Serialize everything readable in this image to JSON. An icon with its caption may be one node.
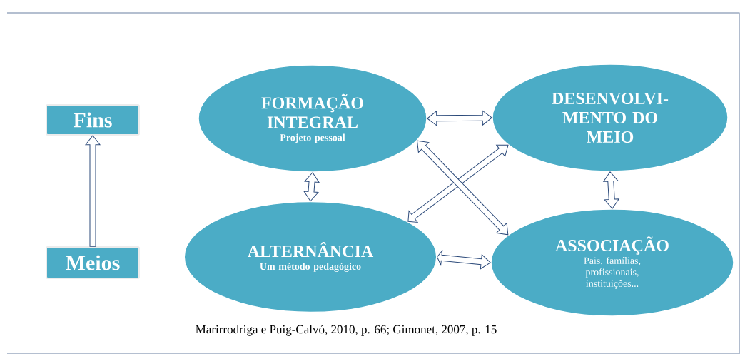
{
  "diagram": {
    "caption": "Marirrodriga e Puig-Calvó, 2010, p. 66; Gimonet, 2007, p. 15",
    "nodes": [
      {
        "text": [
          "Fins"
        ]
      },
      {
        "text": [
          "FORMAÇÃO INTEGRAL",
          "Projeto pessoal"
        ]
      },
      {
        "text": [
          "DESENVOLVI- MENTO DO MEIO"
        ]
      },
      {
        "text": [
          "Meios"
        ]
      },
      {
        "text": [
          "ALTERNÂNCIA",
          "Um método pedagógico"
        ]
      },
      {
        "text": [
          "ASSOCIAÇÃO",
          "Pais, famílias, profissionais, instituições..."
        ]
      }
    ],
    "edges": [
      {
        "from": 3,
        "to": 0,
        "arrow": "to"
      },
      {
        "from": 1,
        "to": 2,
        "arrow": "both"
      },
      {
        "from": 1,
        "to": 4,
        "arrow": "both"
      },
      {
        "from": 2,
        "to": 5,
        "arrow": "both"
      },
      {
        "from": 4,
        "to": 2,
        "arrow": "both"
      },
      {
        "from": 1,
        "to": 5,
        "arrow": "both"
      },
      {
        "from": 4,
        "to": 5,
        "arrow": "both"
      }
    ]
  }
}
